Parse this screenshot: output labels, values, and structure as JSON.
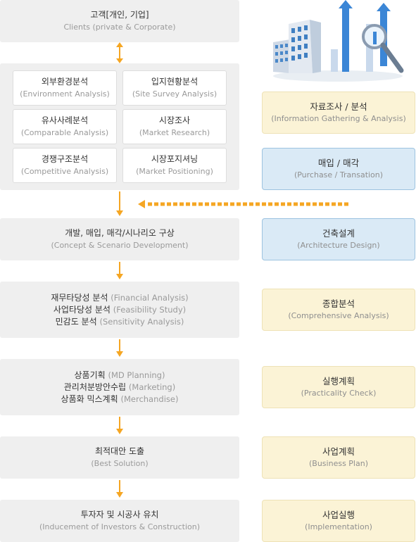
{
  "clients": {
    "ko": "고객[개인, 기업]",
    "en": "Clients (private & Corporate)"
  },
  "analysis": [
    {
      "ko": "외부환경분석",
      "en": "(Environment Analysis)"
    },
    {
      "ko": "입지현황분석",
      "en": "(Site Survey Analysis)"
    },
    {
      "ko": "유사사례분석",
      "en": "(Comparable Analysis)"
    },
    {
      "ko": "시장조사",
      "en": "(Market Research)"
    },
    {
      "ko": "경쟁구조분석",
      "en": "(Competitive Analysis)"
    },
    {
      "ko": "시장포지셔닝",
      "en": "(Market Positioning)"
    }
  ],
  "concept": {
    "ko": "개발, 매입, 매각/시나리오 구상",
    "en": "(Concept & Scenario Development)"
  },
  "financial": [
    {
      "ko": "재무타당성 분석",
      "en": "(Financial Analysis)"
    },
    {
      "ko": "사업타당성 분석",
      "en": "(Feasibility Study)"
    },
    {
      "ko": "민감도 분석",
      "en": "(Sensitivity Analysis)"
    }
  ],
  "md": [
    {
      "ko": "상품기획",
      "en": "(MD Planning)"
    },
    {
      "ko": "관리처분방안수립",
      "en": "(Marketing)"
    },
    {
      "ko": "상품화 믹스계획",
      "en": "(Merchandise)"
    }
  ],
  "best": {
    "ko": "최적대안 도출",
    "en": "(Best Solution)"
  },
  "investors": {
    "ko": "투자자 및 시공사 유치",
    "en": "(Inducement of Investors & Construction)"
  },
  "side": [
    {
      "ko": "자료조사 / 분석",
      "en": "(Information Gathering & Analysis)"
    },
    {
      "ko": "매입 / 매각",
      "en": "(Purchase  / Transation)"
    },
    {
      "ko": "건축설계",
      "en": "(Architecture Design)"
    },
    {
      "ko": "종합분석",
      "en": "(Comprehensive Analysis)"
    },
    {
      "ko": "실행계획",
      "en": "(Practicality Check)"
    },
    {
      "ko": "사업계획",
      "en": "(Business Plan)"
    },
    {
      "ko": "사업실행",
      "en": "(Implementation)"
    }
  ],
  "colors": {
    "arrow": "#f5a623",
    "side_yellow": "#fbf3d6",
    "side_blue": "#daeaf6",
    "box_gray": "#efefef"
  },
  "icons": [
    "building-chart-magnifier-illustration",
    "arrow-icon"
  ]
}
